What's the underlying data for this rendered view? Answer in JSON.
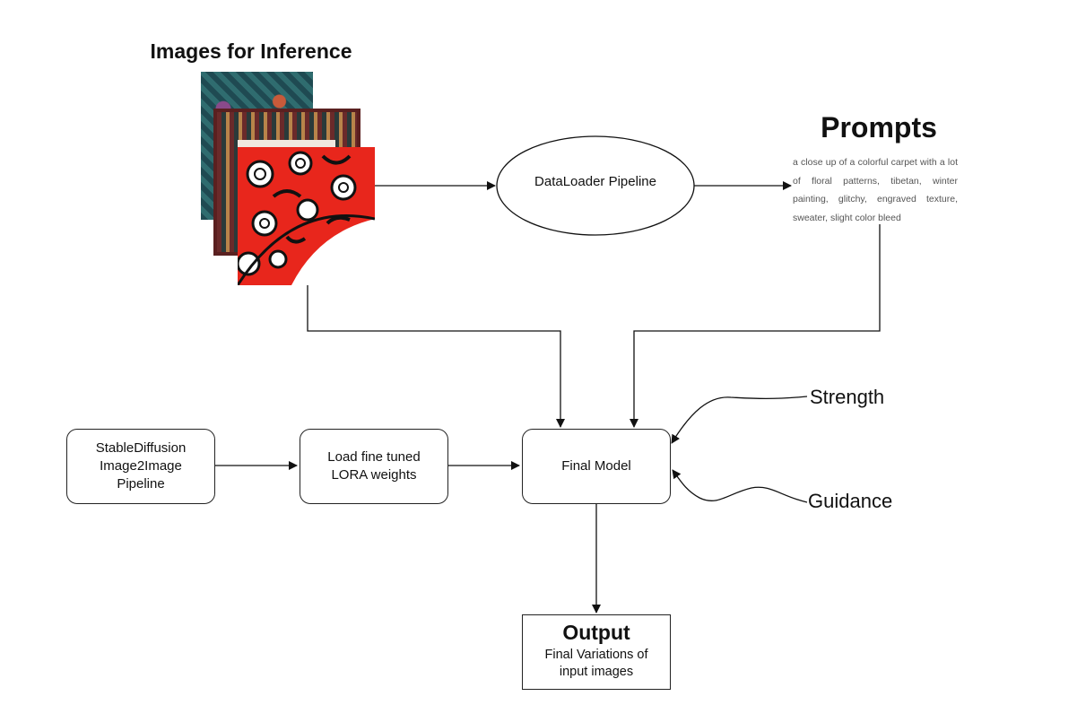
{
  "images_section": {
    "title": "Images for Inference"
  },
  "dataloader": {
    "label": "DataLoader Pipeline"
  },
  "prompts": {
    "title": "Prompts",
    "text": "a close up of a colorful carpet with a lot of floral patterns, tibetan, winter painting, glitchy, engraved texture, sweater, slight color bleed"
  },
  "stable_diffusion": {
    "label": "StableDiffusion Image2Image Pipeline"
  },
  "lora": {
    "label": "Load fine tuned LORA weights"
  },
  "final_model": {
    "label": "Final Model"
  },
  "strength": {
    "label": "Strength"
  },
  "guidance": {
    "label": "Guidance"
  },
  "output": {
    "title": "Output",
    "subtitle": "Final Variations of input images"
  },
  "colors": {
    "line": "#111111",
    "carpet_red": "#e8261c",
    "carpet_teal": "#2f6c6f",
    "carpet_dark": "#3a2a2a"
  }
}
